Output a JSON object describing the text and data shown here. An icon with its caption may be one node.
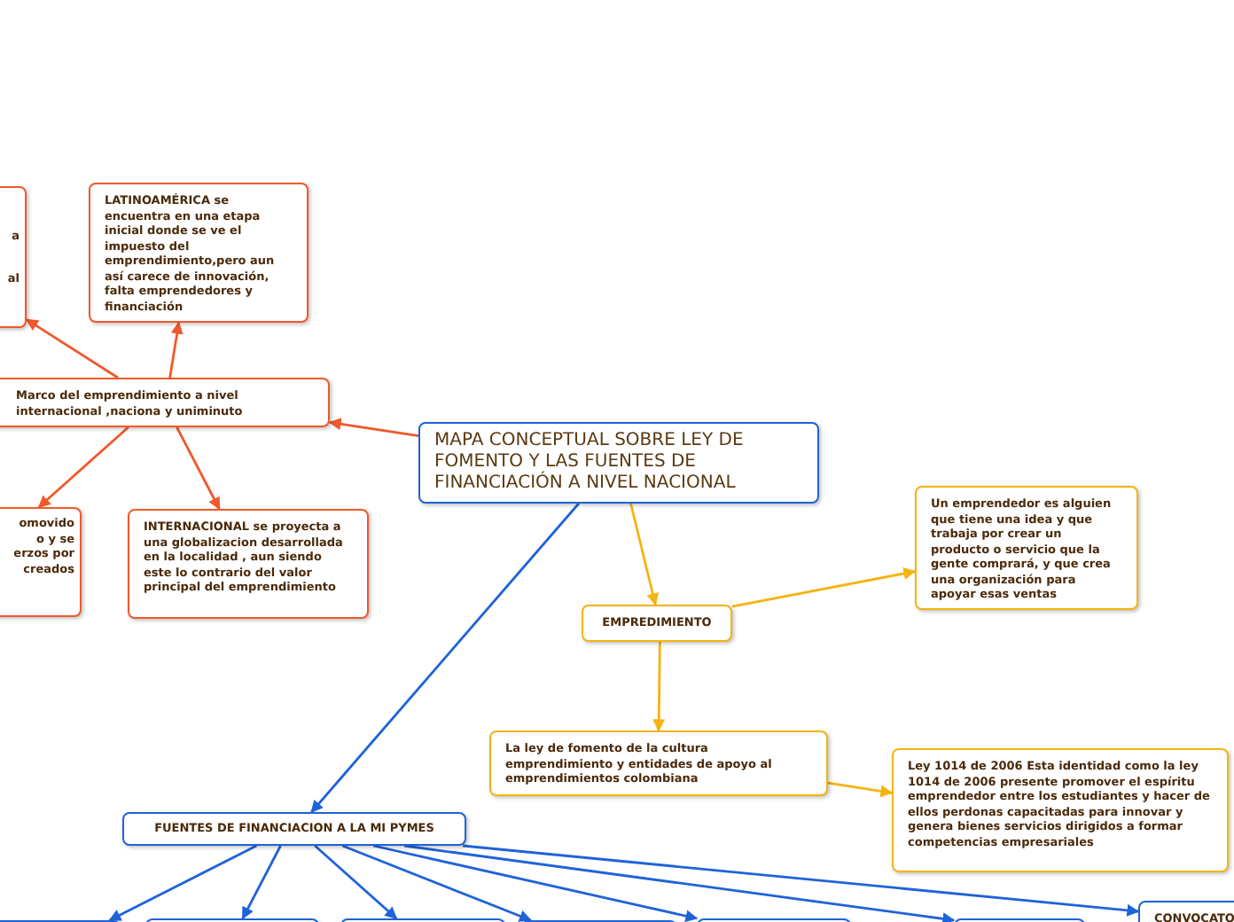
{
  "diagram": {
    "nodes": [
      {
        "text": [
          "MAPA  CONCEPTUAL  SOBRE  LEY DE FOMENTO  Y LAS FUENTES  DE FINANCIACIÓN  A NIVEL NACIONAL"
        ]
      },
      {
        "text": [
          "Marco  del emprendimiento  a nivel internacional ,naciona y uniminuto"
        ]
      },
      {
        "text": [
          "a",
          "al"
        ]
      },
      {
        "text": [
          "LATINOAMÉRICA se encuentra  en una etapa inicial  donde se ve  el impuesto  del emprendimiento,pero  aun así  carece de innovación, falta  emprendedores  y financiación"
        ]
      },
      {
        "text": [
          "omovido",
          "o y se",
          "erzos por",
          "creados"
        ]
      },
      {
        "text": [
          "INTERNACIONAL  se proyecta a una  globalizacion desarrollada  en la localidad , aun siendo este  lo contrario del valor  principal del emprendimiento"
        ]
      },
      {
        "text": [
          "EMPREDIMIENTO"
        ]
      },
      {
        "text": [
          "Un emprendedor es alguien que tiene una idea y que trabaja por crear un producto o servicio que la gente comprará, y que crea una organización para apoyar esas ventas"
        ]
      },
      {
        "text": [
          "La ley  de fomento  de la  cultura emprendimiento y   entidades  de apoyo  al emprendimientos  colombiana"
        ]
      },
      {
        "text": [
          "Ley  1014 de 2006 Esta  identidad como la ley  1014  de 2006 presente  promover  el espíritu  emprendedor  entre los estudiantes  y hacer  de ellos  perdonas capacitadas  para innovar y genera bienes servicios  dirigidos  a formar  competencias empresariales"
        ]
      },
      {
        "text": [
          "FUENTES  DE FINANCIACION  A LA MI PYMES"
        ]
      },
      {
        "text": [],
        "shape": "box"
      },
      {
        "text": [],
        "shape": "box"
      },
      {
        "text": [],
        "shape": "box"
      },
      {
        "text": [],
        "shape": "box"
      },
      {
        "text": [],
        "shape": "box"
      },
      {
        "text": [],
        "shape": "box"
      },
      {
        "text": [
          "CONVOCATO"
        ]
      }
    ],
    "edges": [
      {
        "from": 0,
        "to": 1,
        "arrow": "to",
        "color": "#f0592b"
      },
      {
        "from": 1,
        "to": 2,
        "arrow": "to",
        "color": "#f0592b"
      },
      {
        "from": 1,
        "to": 3,
        "arrow": "to",
        "color": "#f0592b"
      },
      {
        "from": 1,
        "to": 4,
        "arrow": "to",
        "color": "#f0592b"
      },
      {
        "from": 1,
        "to": 5,
        "arrow": "to",
        "color": "#f0592b"
      },
      {
        "from": 0,
        "to": 6,
        "arrow": "to",
        "color": "#f6b30f"
      },
      {
        "from": 6,
        "to": 7,
        "arrow": "to",
        "color": "#f6b30f"
      },
      {
        "from": 6,
        "to": 8,
        "arrow": "to",
        "color": "#f6b30f"
      },
      {
        "from": 8,
        "to": 9,
        "arrow": "to",
        "color": "#f6b30f"
      },
      {
        "from": 0,
        "to": 10,
        "arrow": "to"
      },
      {
        "from": 10,
        "to": 11,
        "arrow": "to"
      },
      {
        "from": 10,
        "to": 12,
        "arrow": "to"
      },
      {
        "from": 10,
        "to": 13,
        "arrow": "to"
      },
      {
        "from": 10,
        "to": 14,
        "arrow": "to"
      },
      {
        "from": 10,
        "to": 15,
        "arrow": "to"
      },
      {
        "from": 10,
        "to": 16,
        "arrow": "to"
      },
      {
        "from": 10,
        "to": 17,
        "arrow": "to"
      }
    ]
  }
}
